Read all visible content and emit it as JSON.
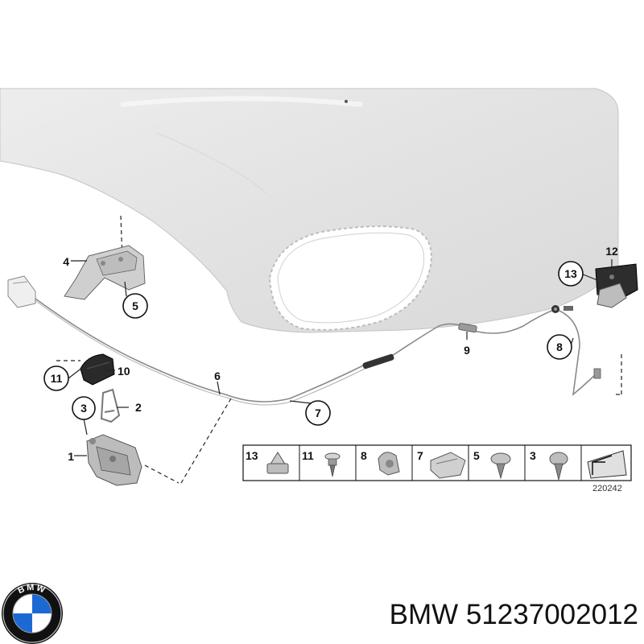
{
  "callouts": {
    "c1": "1",
    "c2": "2",
    "c3": "3",
    "c4": "4",
    "c5": "5",
    "c6": "6",
    "c7": "7",
    "c8": "8",
    "c9": "9",
    "c10": "10",
    "c11": "11",
    "c12": "12",
    "c13": "13"
  },
  "legend": [
    "13",
    "11",
    "8",
    "7",
    "5",
    "3"
  ],
  "reference_number": "220242",
  "caption": {
    "brand": "BMW",
    "part_number": "51237002012"
  },
  "logo": {
    "letters": "BMW",
    "blue": "#1c69d4"
  }
}
